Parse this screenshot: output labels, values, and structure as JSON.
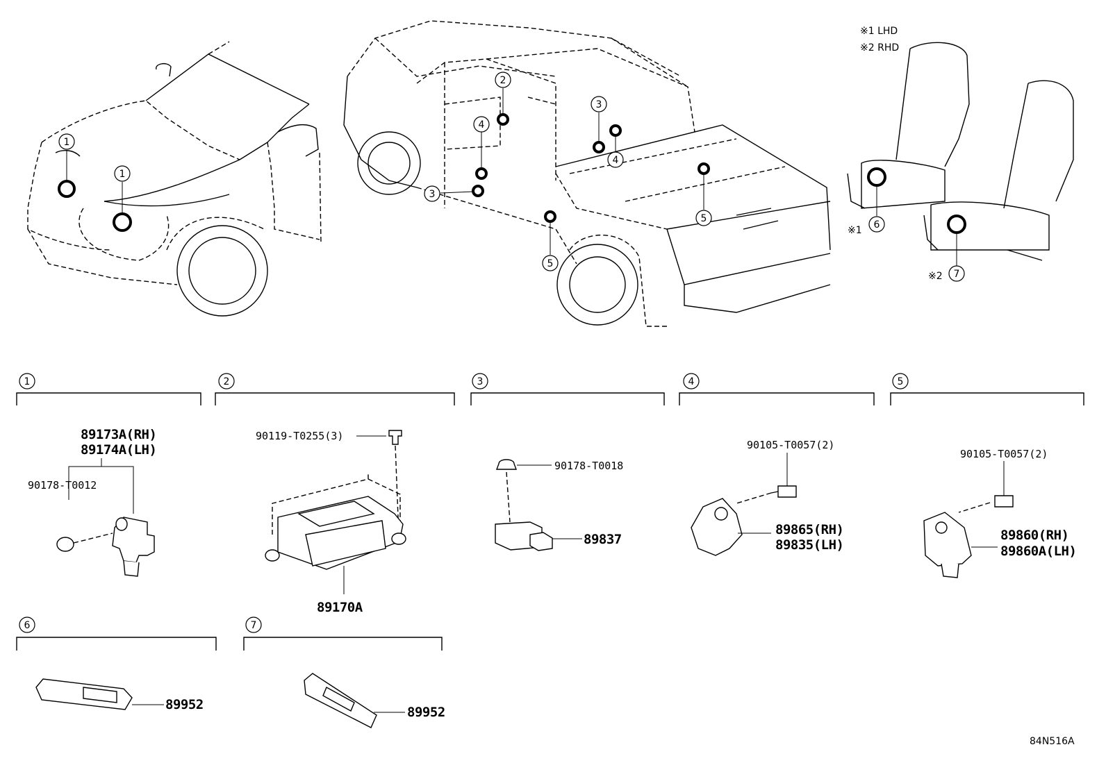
{
  "notes": {
    "lhd": "※1 LHD",
    "rhd": "※2 RHD",
    "mark1": "※1",
    "mark2": "※2"
  },
  "callouts": [
    "1",
    "2",
    "3",
    "4",
    "5",
    "6",
    "7"
  ],
  "sections": [
    {
      "num": "1",
      "parts": [
        "89173A(RH)",
        "89174A(LH)",
        "90178-T0012"
      ]
    },
    {
      "num": "2",
      "parts": [
        "90119-T0255(3)",
        "89170A"
      ]
    },
    {
      "num": "3",
      "parts": [
        "90178-T0018",
        "89837"
      ]
    },
    {
      "num": "4",
      "parts": [
        "90105-T0057(2)",
        "89865(RH)",
        "89835(LH)"
      ]
    },
    {
      "num": "5",
      "parts": [
        "90105-T0057(2)",
        "89860(RH)",
        "89860A(LH)"
      ]
    },
    {
      "num": "6",
      "parts": [
        "89952"
      ]
    },
    {
      "num": "7",
      "parts": [
        "89952"
      ]
    }
  ],
  "reference": "84N516A"
}
